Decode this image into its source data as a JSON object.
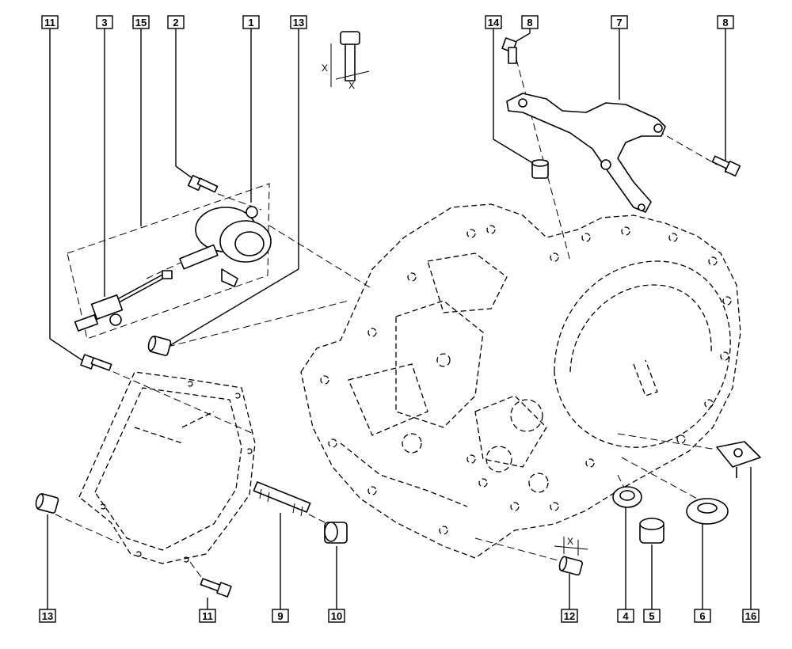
{
  "diagram": {
    "part_numbers": {
      "p1": "1",
      "p2": "2",
      "p3": "3",
      "p4": "4",
      "p5": "5",
      "p6": "6",
      "p7": "7",
      "p8": "8",
      "p9": "9",
      "p10": "10",
      "p11": "11",
      "p12": "12",
      "p13": "13",
      "p14": "14",
      "p15": "15",
      "p16": "16"
    },
    "dimension_label": "X"
  }
}
